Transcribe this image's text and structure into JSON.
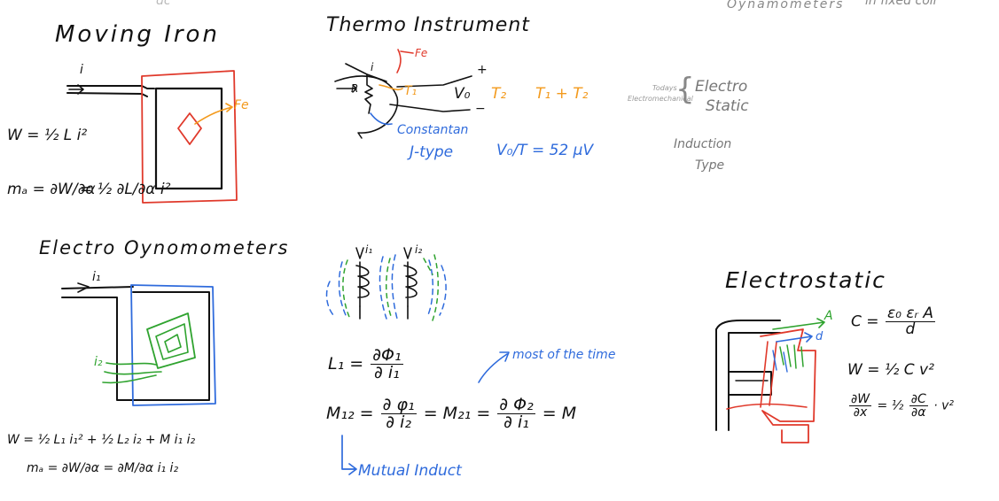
{
  "colors": {
    "ink": "#111111",
    "red": "#e0392b",
    "orange": "#f39a1d",
    "blue": "#2f6bdc",
    "green": "#2fa32f",
    "gray": "#888888"
  },
  "top_fragments": {
    "left": "dc",
    "right_a": "Oynamometers",
    "right_b": "in fixed coil"
  },
  "moving_iron": {
    "title": "Moving Iron",
    "current_label": "i",
    "fe_label": "Fe",
    "energy_eq": "W = ½ L i²",
    "torque_lhs": "mₐ = ∂W/∂α",
    "torque_rhs": "= ½ ∂L/∂α i²"
  },
  "thermo": {
    "title": "Thermo Instrument",
    "fe_label": "Fe",
    "i_label": "i",
    "R_label": "R",
    "t1": "T₁",
    "v0": "V₀",
    "t2": "T₂",
    "t_sum": "T₁ + T₂",
    "plus": "+",
    "minus": "−",
    "constantan": "Constantan",
    "jtype": "J-type",
    "ratio": "V₀/T = 52 μV"
  },
  "types": {
    "today_small": "Todays",
    "electro_small": "Electromechanical",
    "electro": "Electro",
    "static": "Static",
    "induction": "Induction",
    "type": "Type"
  },
  "electro_dyn": {
    "title": "Electro Oynomometers",
    "i1": "i₁",
    "i2": "i₂",
    "energy_eq": "W = ½ L₁ i₁² + ½ L₂ i₂ + M i₁ i₂",
    "torque_eq": "mₐ = ∂W/∂α = ∂M/∂α i₁ i₂"
  },
  "mutual": {
    "i1": "i₁",
    "i2": "i₂",
    "L1_lhs": "L₁ =",
    "L1_num": "∂Φ₁",
    "L1_den": "∂ i₁",
    "M12": "M₁₂ =",
    "M12_num": "∂ φ₁",
    "M12_den": "∂ i₂",
    "M21": "= M₂₁ =",
    "M21_num": "∂ Φ₂",
    "M21_den": "∂ i₁",
    "M_end": "= M",
    "note": "most of the time",
    "mutual_label": "Mutual Induct"
  },
  "electrostatic": {
    "title": "Electrostatic",
    "A_label": "A",
    "d_label": "d",
    "cap_lhs": "C =",
    "cap_num": "ε₀ εᵣ A",
    "cap_den": "d",
    "energy_eq": "W = ½ C v²",
    "torque_lhs_num": "∂W",
    "torque_lhs_den": "∂x",
    "torque_mid": "= ½",
    "torque_num": "∂C",
    "torque_den": "∂α",
    "torque_end": "· v²"
  }
}
